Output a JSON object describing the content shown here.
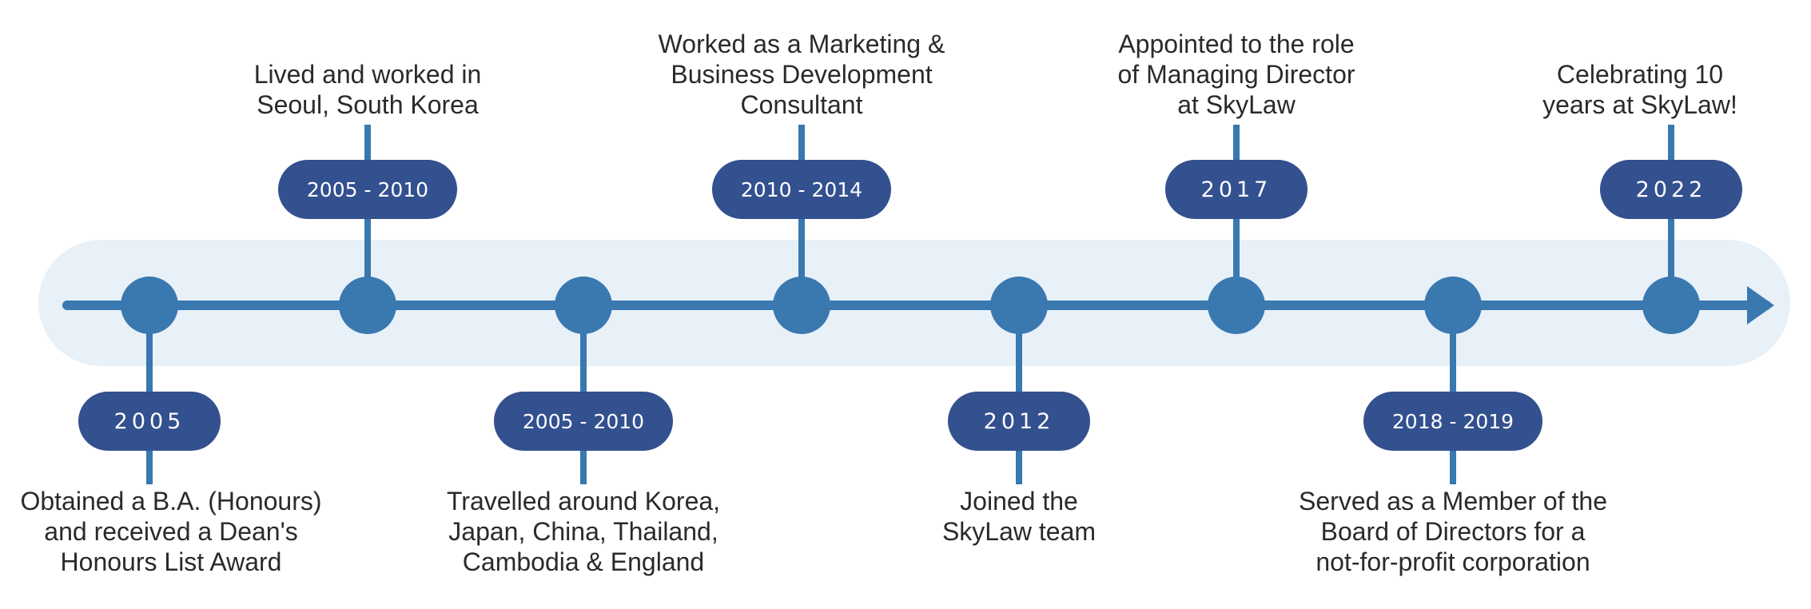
{
  "colors": {
    "band": "#e8f0f8",
    "axis": "#3a78b0",
    "pill": "#33508f",
    "text": "#2a2a2a"
  },
  "events": [
    {
      "date": "2005",
      "text": "Obtained a B.A. (Honours)\nand received a Dean's\nHonours List Award",
      "position": "below"
    },
    {
      "date": "2005 - 2010",
      "text": "Lived and worked in\nSeoul, South Korea",
      "position": "above"
    },
    {
      "date": "2005 - 2010",
      "text": "Travelled around Korea,\nJapan, China, Thailand,\nCambodia & England",
      "position": "below"
    },
    {
      "date": "2010 - 2014",
      "text": "Worked as a Marketing &\nBusiness Development\nConsultant",
      "position": "above"
    },
    {
      "date": "2012",
      "text": "Joined the\nSkyLaw team",
      "position": "below"
    },
    {
      "date": "2017",
      "text": "Appointed to the role\nof Managing Director\nat SkyLaw",
      "position": "above"
    },
    {
      "date": "2018 - 2019",
      "text": "Served as a Member of the\nBoard of Directors for a\nnot-for-profit corporation",
      "position": "below"
    },
    {
      "date": "2022",
      "text": "Celebrating 10\nyears at SkyLaw!",
      "position": "above"
    }
  ]
}
